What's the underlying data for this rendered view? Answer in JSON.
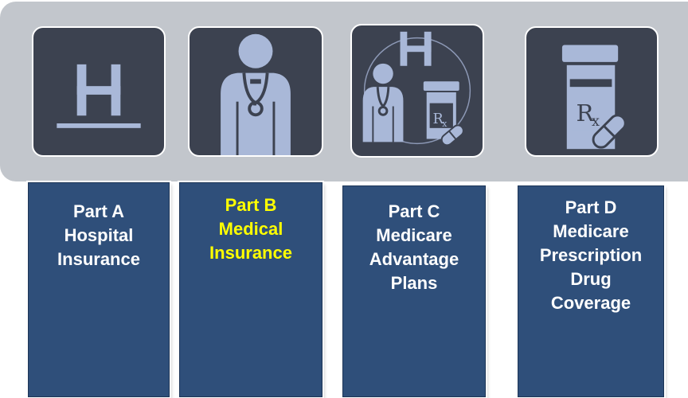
{
  "parts": [
    {
      "id": "a",
      "icon": "hospital-h-icon",
      "lines": [
        "Part A",
        "Hospital",
        "Insurance"
      ]
    },
    {
      "id": "b",
      "icon": "doctor-icon",
      "lines": [
        "Part B",
        "Medical",
        "Insurance"
      ],
      "highlight": true
    },
    {
      "id": "c",
      "icon": "hospital-doctor-rx-icon",
      "lines": [
        "Part C",
        "Medicare",
        "Advantage",
        "Plans"
      ]
    },
    {
      "id": "d",
      "icon": "prescription-bottle-icon",
      "lines": [
        "Part D",
        "Medicare",
        "Prescription",
        "Drug",
        "Coverage"
      ]
    }
  ],
  "colors": {
    "banner": "#c2c6cc",
    "tile": "#3c4250",
    "icon": "#a9b8d8",
    "card": "#2f4f7a",
    "text": "#ffffff",
    "highlight_text": "#ffff00"
  }
}
